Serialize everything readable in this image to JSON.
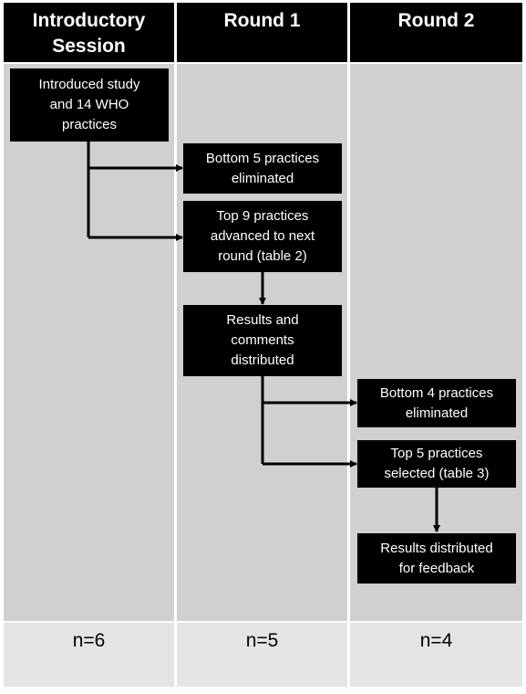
{
  "header": {
    "col1": [
      "Introductory",
      "Session"
    ],
    "col2": "Round 1",
    "col3": "Round 2"
  },
  "boxes": {
    "intro": [
      "Introduced study",
      "and 14 WHO",
      "practices"
    ],
    "bottom5": [
      "Bottom 5 practices",
      "eliminated"
    ],
    "top9": [
      "Top 9 practices",
      "advanced to next",
      "round (table 2)"
    ],
    "results1": [
      "Results and",
      "comments",
      "distributed"
    ],
    "bottom4": [
      "Bottom 4 practices",
      "eliminated"
    ],
    "top5": [
      "Top 5 practices",
      "selected (table 3)"
    ],
    "results2": [
      "Results distributed",
      "for feedback"
    ]
  },
  "footer": {
    "col1": "n=6",
    "col2": "n=5",
    "col3": "n=4"
  },
  "colors": {
    "header_bg": "#000000",
    "column_bg": "#d0d0d0",
    "footer_bg": "#e4e4e4",
    "box_bg": "#000000",
    "box_text": "#ffffff"
  }
}
